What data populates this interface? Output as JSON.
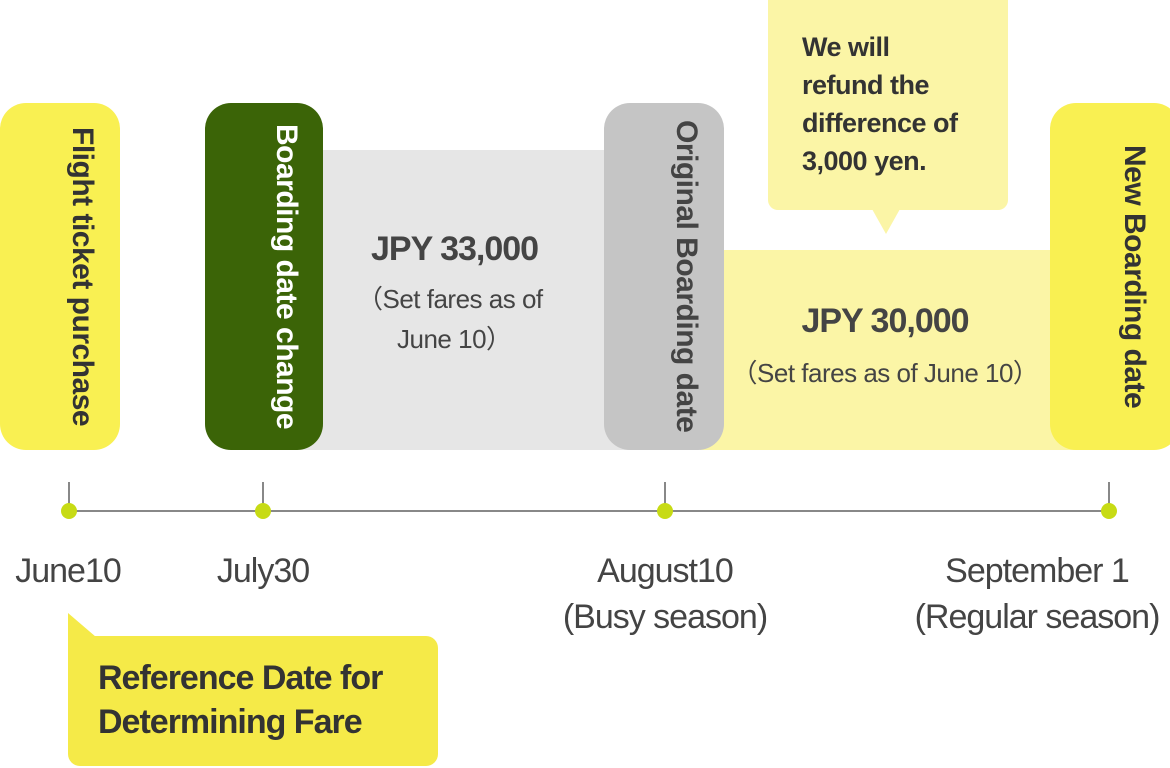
{
  "pills": {
    "purchase": "Flight ticket purchase",
    "change": "Boarding date change",
    "original": "Original Boarding date",
    "new": "New Boarding date"
  },
  "fare_busy": {
    "amount": "JPY 33,000",
    "note_line1": "（Set fares as of",
    "note_line2": "June 10）"
  },
  "fare_regular": {
    "amount": "JPY 30,000",
    "note": "（Set fares as of June 10）"
  },
  "refund_bubble": {
    "line1": "We will",
    "line2": "refund the",
    "line3": "difference of",
    "line4": "3,000 yen."
  },
  "timeline": {
    "dates": [
      {
        "label": "June10",
        "sub": ""
      },
      {
        "label": "July30",
        "sub": ""
      },
      {
        "label": "August10",
        "sub": "(Busy season)"
      },
      {
        "label": "September 1",
        "sub": "(Regular season)"
      }
    ]
  },
  "reference_box": {
    "line1": "Reference Date for",
    "line2": "Determining Fare"
  },
  "colors": {
    "yellow": "#f9f052",
    "light_yellow": "#fbf5a6",
    "dark_green": "#3b6407",
    "grey": "#c5c5c5",
    "light_grey": "#e6e6e6",
    "dot_green": "#c7db15"
  }
}
